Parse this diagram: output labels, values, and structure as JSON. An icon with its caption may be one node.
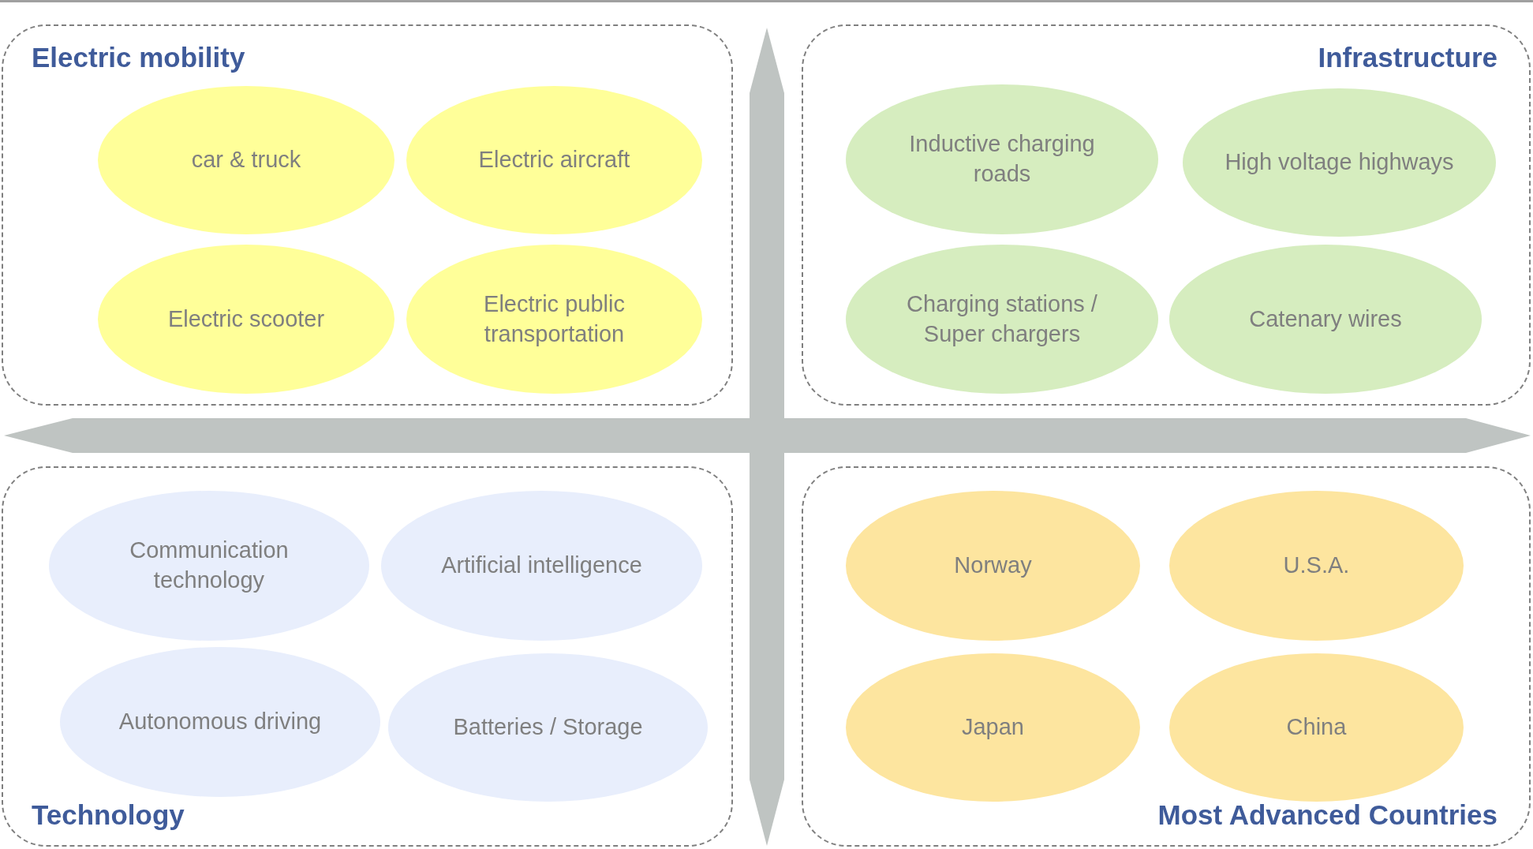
{
  "diagram": {
    "nodes": [
      {
        "text": [
          "Electric mobility"
        ]
      },
      {
        "text": [
          "car & truck"
        ],
        "in": 0
      },
      {
        "text": [
          "Electric aircraft"
        ],
        "in": 0
      },
      {
        "text": [
          "Electric scooter"
        ],
        "in": 0
      },
      {
        "text": [
          "Electric public transportation"
        ],
        "in": 0
      },
      {
        "text": [
          "Infrastructure"
        ]
      },
      {
        "text": [
          "Inductive charging roads"
        ],
        "in": 5
      },
      {
        "text": [
          "High voltage highways"
        ],
        "in": 5
      },
      {
        "text": [
          "Charging stations / Super chargers"
        ],
        "in": 5
      },
      {
        "text": [
          "Catenary wires"
        ],
        "in": 5
      },
      {
        "text": [
          "Technology"
        ]
      },
      {
        "text": [
          "Communication technology"
        ],
        "in": 10
      },
      {
        "text": [
          "Artificial intelligence"
        ],
        "in": 10
      },
      {
        "text": [
          "Autonomous driving"
        ],
        "in": 10
      },
      {
        "text": [
          "Batteries / Storage"
        ],
        "in": 10
      },
      {
        "text": [
          "Most Advanced Countries"
        ]
      },
      {
        "text": [
          "Norway"
        ],
        "in": 15
      },
      {
        "text": [
          "U.S.A."
        ],
        "in": 15
      },
      {
        "text": [
          "Japan"
        ],
        "in": 15
      },
      {
        "text": [
          "China"
        ],
        "in": 15
      }
    ],
    "edges": []
  }
}
